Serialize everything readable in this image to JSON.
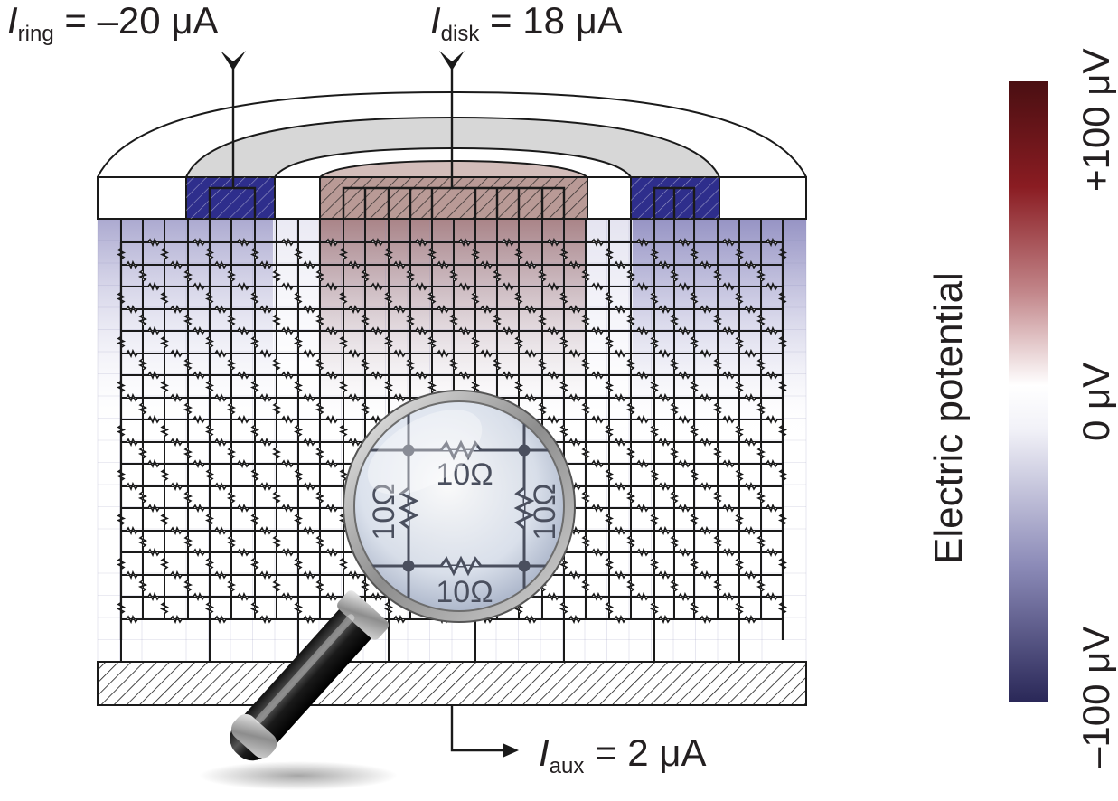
{
  "labels": {
    "i_ring": {
      "symbol": "I",
      "sub": "ring",
      "value": " = –20 μA"
    },
    "i_disk": {
      "symbol": "I",
      "sub": "disk",
      "value": " = 18 μA"
    },
    "i_aux": {
      "symbol": "I",
      "sub": "aux",
      "value": " = 2 μA"
    }
  },
  "magnifier": {
    "resistors": [
      "10Ω",
      "10Ω",
      "10Ω",
      "10Ω"
    ]
  },
  "colorbar": {
    "title": "Electric potential",
    "ticks": [
      "+100 μV",
      "0 μV",
      "–100 μV"
    ],
    "colors": {
      "top": "#4a0f12",
      "upper": "#8a1c22",
      "mid": "#ffffff",
      "lower": "#8c8bb8",
      "bottom": "#2a2858"
    }
  },
  "colors": {
    "ring": "#2e2e8c",
    "disk": "#b99a96",
    "wire": "#1a1a1a",
    "body_outline": "#1a1a1a"
  }
}
